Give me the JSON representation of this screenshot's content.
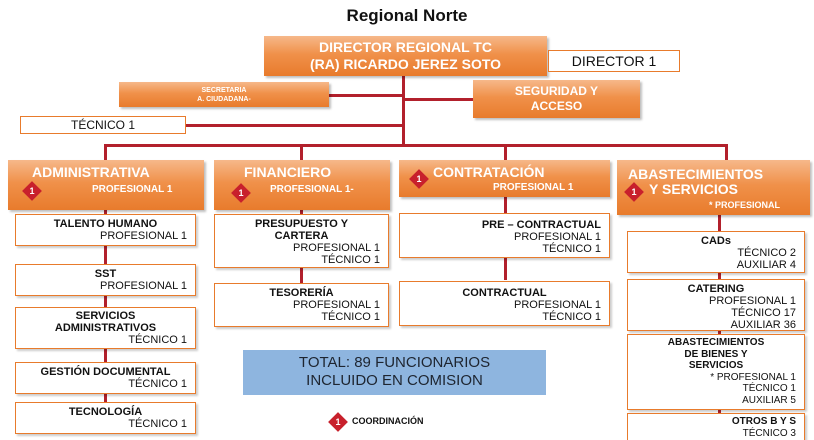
{
  "title": "Regional Norte",
  "director": {
    "line1": "DIRECTOR REGIONAL TC",
    "line2": "(RA) RICARDO JEREZ SOTO",
    "label": "DIRECTOR 1"
  },
  "secretaria": {
    "line1": "SECRETARIA",
    "line2": "A. CIUDADANA-"
  },
  "seguridad": {
    "line1": "SEGURIDAD Y",
    "line2": "ACCESO"
  },
  "tecnico_director": "TÉCNICO 1",
  "departments": [
    {
      "name": "ADMINISTRATIVA",
      "sub": "PROFESIONAL 1",
      "badge": "1",
      "units": [
        {
          "name": [
            "TALENTO HUMANO"
          ],
          "roles": [
            "PROFESIONAL 1"
          ]
        },
        {
          "name": [
            "SST"
          ],
          "roles": [
            "PROFESIONAL 1"
          ]
        },
        {
          "name": [
            "SERVICIOS",
            "ADMINISTRATIVOS"
          ],
          "roles": [
            "TÉCNICO 1"
          ]
        },
        {
          "name": [
            "GESTIÓN DOCUMENTAL"
          ],
          "roles": [
            "TÉCNICO 1"
          ]
        },
        {
          "name": [
            "TECNOLOGÍA"
          ],
          "roles": [
            "TÉCNICO 1"
          ]
        }
      ]
    },
    {
      "name": "FINANCIERO",
      "sub": "PROFESIONAL 1-",
      "badge": "1",
      "units": [
        {
          "name": [
            "PRESUPUESTO Y",
            "CARTERA"
          ],
          "roles": [
            "PROFESIONAL 1",
            "TÉCNICO 1"
          ]
        },
        {
          "name": [
            "TESORERÍA"
          ],
          "roles": [
            "PROFESIONAL 1",
            "TÉCNICO 1"
          ]
        }
      ]
    },
    {
      "name": "CONTRATACIÓN",
      "sub": "PROFESIONAL 1",
      "badge": "1",
      "units": [
        {
          "name": [
            "PRE – CONTRACTUAL"
          ],
          "roles": [
            "PROFESIONAL 1",
            "TÉCNICO 1"
          ]
        },
        {
          "name": [
            "CONTRACTUAL"
          ],
          "roles": [
            "PROFESIONAL 1",
            "TÉCNICO 1"
          ]
        }
      ]
    },
    {
      "name_line1": "ABASTECIMIENTOS",
      "name_line2": "Y SERVICIOS",
      "sub": "* PROFESIONAL",
      "badge": "1",
      "units": [
        {
          "name": [
            "CADs"
          ],
          "roles": [
            "TÉCNICO 2",
            "AUXILIAR 4"
          ]
        },
        {
          "name": [
            "CATERING"
          ],
          "roles": [
            "PROFESIONAL 1",
            "TÉCNICO 17",
            "AUXILIAR 36"
          ]
        },
        {
          "name": [
            "ABASTECIMIENTOS",
            "DE BIENES Y",
            "SERVICIOS"
          ],
          "roles": [
            "* PROFESIONAL 1",
            "TÉCNICO 1",
            "AUXILIAR 5"
          ]
        },
        {
          "name": [
            "OTROS B Y S"
          ],
          "roles": [
            "TÉCNICO 3"
          ]
        }
      ]
    }
  ],
  "total": {
    "line1": "TOTAL: 89 FUNCIONARIOS",
    "line2": "INCLUIDO EN COMISION"
  },
  "legend": {
    "badge": "1",
    "label": "COORDINACIÓN"
  },
  "colors": {
    "orange": "#e87b2c",
    "connector": "#b2202c",
    "total_bg": "#8eb5df",
    "badge": "#c8202c"
  }
}
